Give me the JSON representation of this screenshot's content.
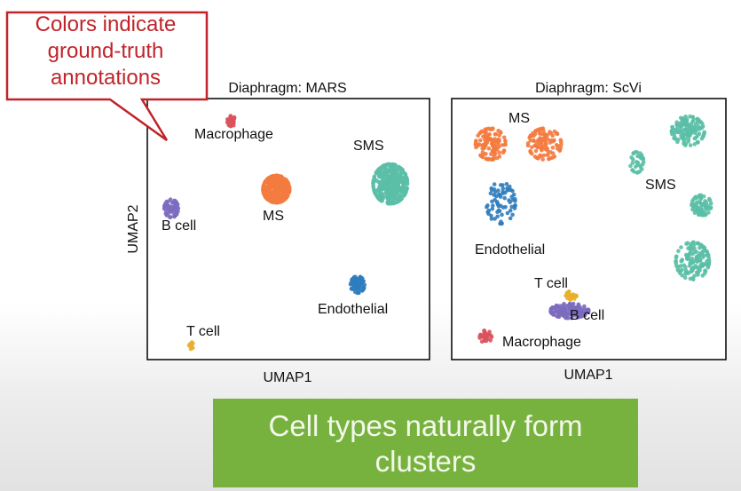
{
  "callout": {
    "lines": [
      "Colors indicate",
      "ground-truth",
      "annotations"
    ],
    "color": "#c0242a"
  },
  "banner": {
    "lines": [
      "Cell types naturally form",
      "clusters"
    ],
    "background": "#77b23f"
  },
  "chart_data": [
    {
      "type": "scatter",
      "title": "Diaphragm: MARS",
      "xlabel": "UMAP1",
      "ylabel": "UMAP2",
      "xlim": [
        0,
        100
      ],
      "ylim": [
        0,
        100
      ],
      "clusters": [
        {
          "label": "Macrophage",
          "color": "#d9535c",
          "center": [
            29.8,
            91.4
          ],
          "spread": [
            1.5,
            2.0
          ],
          "n": 30
        },
        {
          "label": "MS",
          "color": "#f47b3f",
          "center": [
            45.7,
            65.3
          ],
          "spread": [
            4.7,
            5.2
          ],
          "n": 330
        },
        {
          "label": "SMS",
          "color": "#5bbfa7",
          "center": [
            86.1,
            67.3
          ],
          "spread": [
            6.1,
            7.6
          ],
          "n": 430
        },
        {
          "label": "B cell",
          "color": "#7c6bbf",
          "center": [
            8.5,
            57.9
          ],
          "spread": [
            2.5,
            3.5
          ],
          "n": 60
        },
        {
          "label": "Endothelial",
          "color": "#2f7dbf",
          "center": [
            74.5,
            28.7
          ],
          "spread": [
            2.5,
            3.2
          ],
          "n": 80
        },
        {
          "label": "T cell",
          "color": "#e8b02a",
          "center": [
            15.6,
            5.4
          ],
          "spread": [
            0.8,
            1.4
          ],
          "n": 12
        }
      ]
    },
    {
      "type": "scatter",
      "title": "Diaphragm: ScVi",
      "xlabel": "UMAP1",
      "ylabel": "",
      "xlim": [
        0,
        100
      ],
      "ylim": [
        0,
        100
      ],
      "clusters": [
        {
          "label": "MS",
          "color": "#f47b3f",
          "center": [
            14.2,
            82.6
          ],
          "spread": [
            5.5,
            6.0
          ],
          "n": 110
        },
        {
          "label": "MS",
          "color": "#f47b3f",
          "center": [
            33.9,
            82.6
          ],
          "spread": [
            6.1,
            6.0
          ],
          "n": 110
        },
        {
          "label": "Endothelial",
          "color": "#2f7dbf",
          "center": [
            17.9,
            60.0
          ],
          "spread": [
            5.3,
            8.0
          ],
          "n": 70
        },
        {
          "label": "SMS",
          "color": "#5bbfa7",
          "center": [
            86.2,
            87.6
          ],
          "spread": [
            6.0,
            5.6
          ],
          "n": 130
        },
        {
          "label": "SMS",
          "color": "#5bbfa7",
          "center": [
            67.5,
            75.6
          ],
          "spread": [
            2.5,
            4.0
          ],
          "n": 35
        },
        {
          "label": "SMS",
          "color": "#5bbfa7",
          "center": [
            91.1,
            59.1
          ],
          "spread": [
            3.6,
            4.0
          ],
          "n": 70
        },
        {
          "label": "SMS",
          "color": "#5bbfa7",
          "center": [
            87.8,
            37.8
          ],
          "spread": [
            6.1,
            7.2
          ],
          "n": 140
        },
        {
          "label": "T cell",
          "color": "#e8b02a",
          "center": [
            43.6,
            24.6
          ],
          "spread": [
            2.0,
            1.6
          ],
          "n": 25
        },
        {
          "label": "B cell",
          "color": "#7c6bbf",
          "center": [
            43.0,
            18.7
          ],
          "spread": [
            7.0,
            2.8
          ],
          "n": 130
        },
        {
          "label": "Macrophage",
          "color": "#d9535c",
          "center": [
            12.4,
            8.8
          ],
          "spread": [
            2.2,
            2.4
          ],
          "n": 35
        }
      ]
    }
  ]
}
